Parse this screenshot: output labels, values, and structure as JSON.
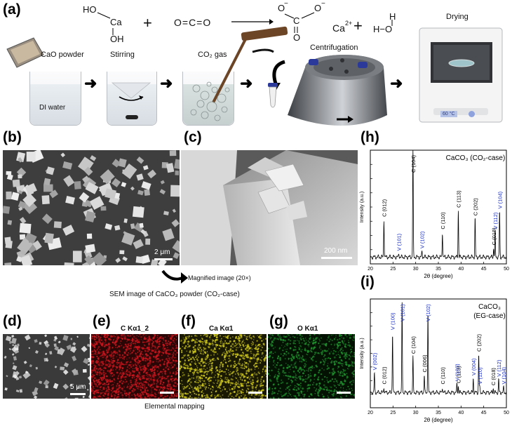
{
  "panels": {
    "a": "(a)",
    "b": "(b)",
    "c": "(c)",
    "d": "(d)",
    "e": "(e)",
    "f": "(f)",
    "g": "(g)",
    "h": "(h)",
    "i": "(i)"
  },
  "process": {
    "cao_powder": "CaO powder",
    "stirring": "Stirring",
    "co2_gas": "CO₂ gas",
    "di_water": "DI water",
    "centrifugation": "Centrifugation",
    "drying": "Drying",
    "oven_temp": "60 °C"
  },
  "reaction": {
    "reactant1_top": "HO",
    "reactant1_mid": "Ca",
    "reactant1_bot": "OH",
    "reactant2": "O=C=O",
    "plus": "+",
    "product1_o1": "O",
    "product1_o1_charge": "−",
    "product1_c": "C",
    "product1_o2": "O",
    "product1_o2_charge": "−",
    "product1_o3": "O",
    "product2": "Ca",
    "product2_charge": "2+",
    "product3_h1": "H",
    "product3_rest": "H−O"
  },
  "sem": {
    "scale_b": "2 μm",
    "scale_c": "200 nm",
    "magnified": "Magnified image (20×)",
    "caption": "SEM image of CaCO₃ powder (CO₂-case)"
  },
  "mapping": {
    "scale_d": "5 μm",
    "title_e": "C Kα1_2",
    "title_f": "Ca Kα1",
    "title_g": "O Kα1",
    "caption": "Elemental mapping"
  },
  "colors": {
    "c_map": "#c8161e",
    "ca_map": "#c9c21c",
    "o_map": "#1f8f2c",
    "v_label": "#1a2fc8",
    "c_label": "#000000"
  },
  "chart_data": [
    {
      "type": "line",
      "panel": "h",
      "title": "CaCO₃ (CO₂-case)",
      "xlabel": "2θ (degree)",
      "ylabel": "Intensity (a.u.)",
      "xlim": [
        20,
        50
      ],
      "xticks": [
        20,
        25,
        30,
        35,
        40,
        45,
        50
      ],
      "baseline": 0.06,
      "peaks": [
        {
          "x": 23.0,
          "h": 0.33,
          "label": "C (012)",
          "phase": "C"
        },
        {
          "x": 26.3,
          "h": 0.03,
          "label": "V (101)",
          "phase": "V"
        },
        {
          "x": 29.4,
          "h": 1.0,
          "label": "C (104)",
          "phase": "C"
        },
        {
          "x": 31.4,
          "h": 0.05,
          "label": "V (102)",
          "phase": "V"
        },
        {
          "x": 35.9,
          "h": 0.22,
          "label": "C (110)",
          "phase": "C"
        },
        {
          "x": 39.4,
          "h": 0.41,
          "label": "C (113)",
          "phase": "C"
        },
        {
          "x": 43.1,
          "h": 0.34,
          "label": "C (202)",
          "phase": "C"
        },
        {
          "x": 47.2,
          "h": 0.08,
          "label": "C (018)",
          "phase": "C"
        },
        {
          "x": 47.5,
          "h": 0.22,
          "label": "V (112)",
          "phase": "V"
        },
        {
          "x": 48.5,
          "h": 0.4,
          "label": "V (104)",
          "phase": "V"
        }
      ]
    },
    {
      "type": "line",
      "panel": "i",
      "title": "CaCO₃",
      "subtitle": "(EG-case)",
      "xlabel": "2θ (degree)",
      "ylabel": "Intensity (a.u.)",
      "xlim": [
        20,
        50
      ],
      "xticks": [
        20,
        25,
        30,
        35,
        40,
        45,
        50
      ],
      "baseline": 0.14,
      "peaks": [
        {
          "x": 20.9,
          "h": 0.18,
          "label": "V (002)",
          "phase": "V"
        },
        {
          "x": 23.0,
          "h": 0.05,
          "label": "C (012)",
          "phase": "C"
        },
        {
          "x": 24.9,
          "h": 0.55,
          "label": "V (100)",
          "phase": "V"
        },
        {
          "x": 27.0,
          "h": 0.82,
          "label": "V (101)",
          "phase": "V"
        },
        {
          "x": 29.4,
          "h": 0.33,
          "label": "C (104)",
          "phase": "C"
        },
        {
          "x": 32.7,
          "h": 0.74,
          "label": "V (102)",
          "phase": "V"
        },
        {
          "x": 31.9,
          "h": 0.16,
          "label": "C (006)",
          "phase": "C"
        },
        {
          "x": 35.9,
          "h": 0.05,
          "label": "C (110)",
          "phase": "C"
        },
        {
          "x": 39.4,
          "h": 0.06,
          "label": "C (113)",
          "phase": "C"
        },
        {
          "x": 39.1,
          "h": 0.08,
          "label": "V (103)",
          "phase": "V"
        },
        {
          "x": 42.7,
          "h": 0.13,
          "label": "V (004)",
          "phase": "V"
        },
        {
          "x": 43.9,
          "h": 0.35,
          "label": "C (202)",
          "phase": "C"
        },
        {
          "x": 44.1,
          "h": 0.05,
          "label": "V (110)",
          "phase": "V"
        },
        {
          "x": 47.1,
          "h": 0.04,
          "label": "C (018)",
          "phase": "C"
        },
        {
          "x": 48.3,
          "h": 0.12,
          "label": "V (112)",
          "phase": "V"
        },
        {
          "x": 49.4,
          "h": 0.05,
          "label": "V (104)",
          "phase": "V"
        }
      ]
    }
  ]
}
